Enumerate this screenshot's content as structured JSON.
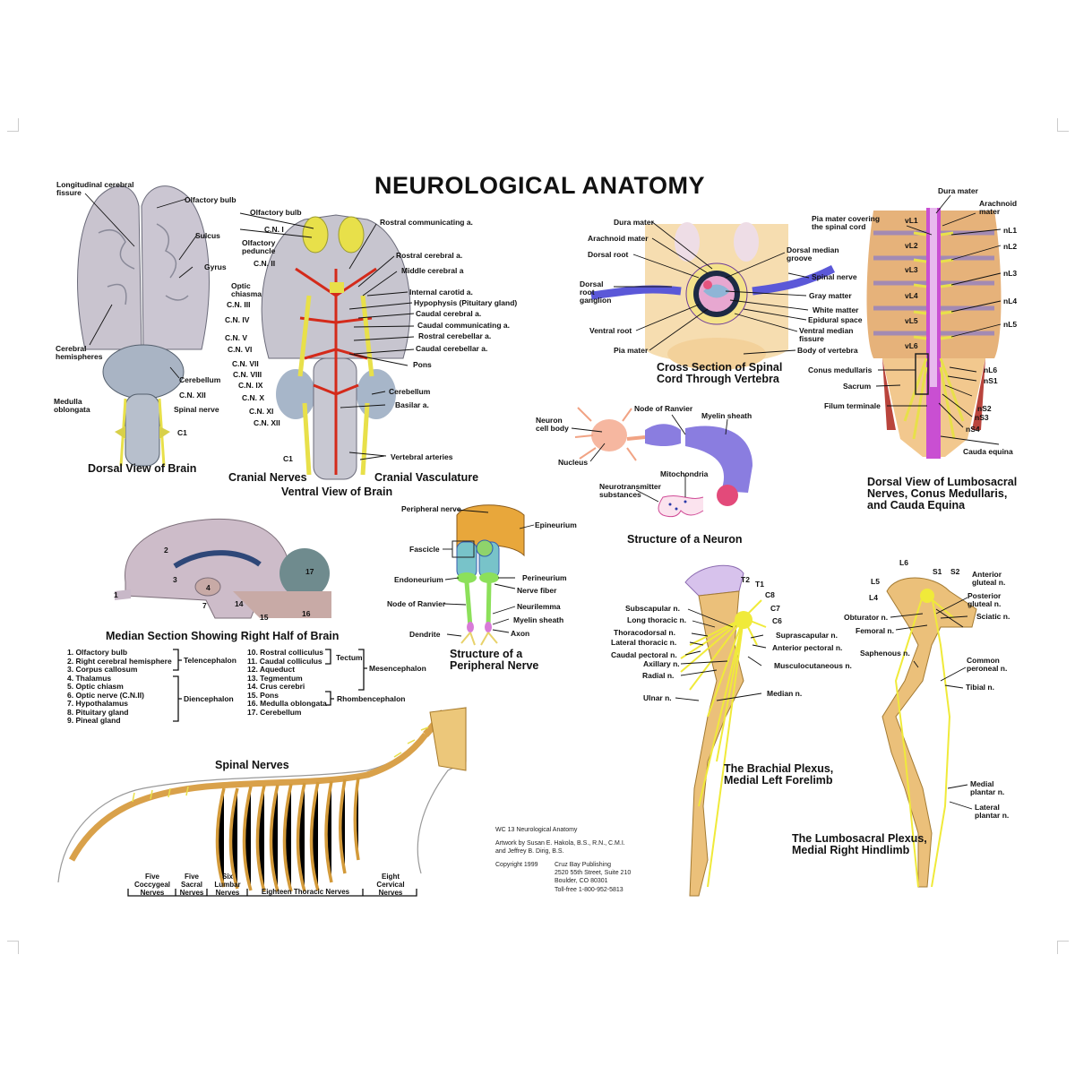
{
  "title": "NEUROLOGICAL ANATOMY",
  "dorsal_brain": {
    "caption": "Dorsal View of Brain",
    "labels": [
      "Longitudinal cerebral fissure",
      "Olfactory bulb",
      "Sulcus",
      "Gyrus",
      "Cerebral hemispheres",
      "Cerebellum",
      "C.N. XII",
      "Medulla oblongata",
      "Spinal nerve",
      "C1"
    ]
  },
  "ventral_brain": {
    "caption_left": "Cranial Nerves",
    "caption_right": "Cranial Vasculature",
    "caption": "Ventral View of Brain",
    "left_labels": [
      "Olfactory bulb",
      "C.N. I",
      "Olfactory peduncle",
      "C.N. II",
      "Optic chiasma",
      "C.N. III",
      "C.N. IV",
      "C.N. V",
      "C.N. VI",
      "C.N. VII",
      "C.N. VIII",
      "C.N. IX",
      "C.N. X",
      "C.N. XI",
      "C.N. XII",
      "C1"
    ],
    "right_labels": [
      "Rostral communicating a.",
      "Rostral cerebral a.",
      "Middle cerebral a",
      "Internal carotid a.",
      "Hypophysis (Pituitary gland)",
      "Caudal cerebral a.",
      "Caudal communicating a.",
      "Rostral cerebellar a.",
      "Caudal cerebellar a.",
      "Pons",
      "Cerebellum",
      "Basilar a.",
      "Vertebral arteries"
    ]
  },
  "cross_section": {
    "caption_line1": "Cross Section of Spinal",
    "caption_line2": "Cord Through Vertebra",
    "left_labels": [
      "Dura mater",
      "Arachnoid mater",
      "Dorsal root",
      "Dorsal root ganglion",
      "Ventral root",
      "Pia mater"
    ],
    "right_labels": [
      "Dorsal median groove",
      "Spinal nerve",
      "Gray matter",
      "White matter",
      "Epidural space",
      "Ventral median fissure",
      "Body of vertebra"
    ]
  },
  "lumbosacral": {
    "caption_line1": "Dorsal View of Lumbosacral",
    "caption_line2": "Nerves, Conus Medullaris,",
    "caption_line3": "and Cauda Equina",
    "labels": [
      "Dura mater",
      "Arachnoid mater",
      "Pia mater covering the spinal cord",
      "Conus medullaris",
      "Sacrum",
      "Filum terminale",
      "Cauda equina"
    ],
    "vertebrae": [
      "vL1",
      "vL2",
      "vL3",
      "vL4",
      "vL5",
      "vL6"
    ],
    "nerves": [
      "nL1",
      "nL2",
      "nL3",
      "nL4",
      "nL5",
      "nL6",
      "nS1",
      "nS2",
      "nS3",
      "nS4"
    ]
  },
  "neuron": {
    "caption": "Structure of a Neuron",
    "labels": [
      "Neuron cell body",
      "Nucleus",
      "Node of Ranvier",
      "Myelin sheath",
      "Mitochondria",
      "Neurotransmitter substances"
    ]
  },
  "peripheral_nerve": {
    "caption_line1": "Structure of a",
    "caption_line2": "Peripheral Nerve",
    "labels": [
      "Peripheral nerve",
      "Epineurium",
      "Fascicle",
      "Endoneurium",
      "Perineurium",
      "Nerve fiber",
      "Node of Ranvier",
      "Neurilemma",
      "Myelin sheath",
      "Dendrite",
      "Axon"
    ]
  },
  "median_section": {
    "caption": "Median Section Showing Right Half of Brain",
    "legend_left": [
      "1. Olfactory bulb",
      "2. Right cerebral hemisphere",
      "3. Corpus callosum",
      "4.  Thalamus",
      "5. Optic chiasm",
      "6. Optic nerve (C.N.II)",
      "7. Hypothalamus",
      "8. Pituitary gland",
      "9. Pineal gland"
    ],
    "legend_right": [
      "10. Rostral colliculus",
      "11. Caudal colliculus",
      "12. Aqueduct",
      "13. Tegmentum",
      "14. Crus cerebri",
      "15. Pons",
      "16. Medulla oblongata",
      "17. Cerebellum"
    ],
    "groups": [
      "Telencephalon",
      "Diencephalon",
      "Tectum",
      "Mesencephalon",
      "Rhombencephalon"
    ]
  },
  "spinal_nerves": {
    "caption": "Spinal Nerves",
    "segments": [
      {
        "line1": "Five",
        "line2": "Coccygeal",
        "line3": "Nerves"
      },
      {
        "line1": "Five",
        "line2": "Sacral",
        "line3": "Nerves"
      },
      {
        "line1": "Six",
        "line2": "Lumbar",
        "line3": "Nerves"
      },
      {
        "line1": "",
        "line2": "",
        "line3": "Eighteen Thoracic Nerves"
      },
      {
        "line1": "Eight",
        "line2": "Cervical",
        "line3": "Nerves"
      }
    ]
  },
  "brachial": {
    "caption_line1": "The Brachial Plexus,",
    "caption_line2": "Medial Left Forelimb",
    "left_labels": [
      "Subscapular n.",
      "Long thoracic n.",
      "Thoracodorsal n.",
      "Lateral thoracic n.",
      "Caudal pectoral n.",
      "Axillary n.",
      "Radial n.",
      "Ulnar n."
    ],
    "right_labels": [
      "T2",
      "T1",
      "C8",
      "C7",
      "C6",
      "Suprascapular n.",
      "Anterior pectoral n.",
      "Musculocutaneous n.",
      "Median n."
    ]
  },
  "lumbosacral_plexus": {
    "caption_line1": "The Lumbosacral Plexus,",
    "caption_line2": "Medial Right Hindlimb",
    "left_labels": [
      "L6",
      "L5",
      "L4",
      "Obturator n.",
      "Femoral n.",
      "Saphenous n."
    ],
    "right_labels": [
      "S1",
      "S2",
      "Anterior gluteal n.",
      "Posterior gluteal n.",
      "Sciatic n.",
      "Common peroneal n.",
      "Tibial n.",
      "Medial plantar n.",
      "Lateral plantar n."
    ]
  },
  "credits": {
    "code": "WC 13  Neurological Anatomy",
    "artwork1": "Artwork by Susan E. Hakola, B.S., R.N., C.M.I.",
    "artwork2": "and Jeffrey B. Dirig, B.S.",
    "copyright": "Copyright   1999",
    "publisher": "Cruz  Bay  Publishing",
    "address1": "2520 55th Street, Suite 210",
    "address2": "Boulder, CO  80301",
    "phone": "Toll-free 1-800-952-5813"
  },
  "colors": {
    "nerve": "#e8e04a",
    "artery": "#d42a1a",
    "bone": "#e9b96a",
    "brain": "#c9c4cf",
    "myelin": "#8b7de0",
    "cord": "#c040d0"
  }
}
